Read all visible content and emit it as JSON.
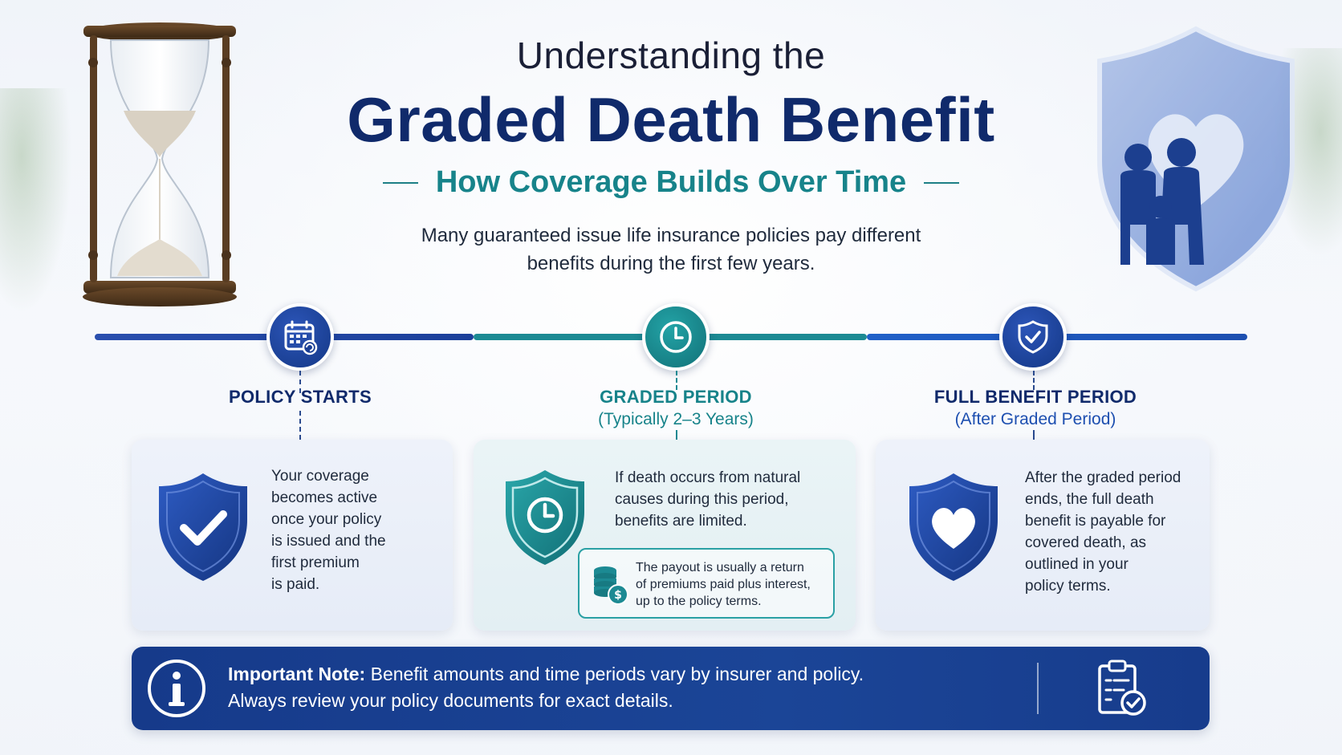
{
  "header": {
    "title_top": "Understanding the",
    "title_main": "Graded Death Benefit",
    "subtitle": "How Coverage Builds Over Time",
    "intro_line1": "Many guaranteed issue life insurance policies pay different",
    "intro_line2": "benefits during the first few years."
  },
  "phases": [
    {
      "title": "POLICY STARTS",
      "subtitle": "",
      "icon": "calendar-icon",
      "card_icon": "shield-check-icon",
      "lines": [
        "Your coverage",
        "becomes active",
        "once your policy",
        "is issued and the",
        "first premium",
        "is paid."
      ]
    },
    {
      "title": "GRADED PERIOD",
      "subtitle": "(Typically 2–3 Years)",
      "icon": "clock-icon",
      "card_icon": "shield-clock-icon",
      "lines": [
        "If death occurs from natural",
        "causes during this period,",
        "benefits are limited."
      ],
      "payout_icon": "coins-icon",
      "payout_lines": [
        "The payout is usually a return",
        "of premiums paid plus interest,",
        "up to the policy terms."
      ]
    },
    {
      "title": "FULL BENEFIT PERIOD",
      "subtitle": "(After Graded Period)",
      "icon": "shield-check-icon",
      "card_icon": "shield-heart-icon",
      "lines": [
        "After the graded period",
        "ends, the full death",
        "benefit is payable for",
        "covered death, as",
        "outlined in your",
        "policy terms."
      ]
    }
  ],
  "note": {
    "label": "Important Note:",
    "line1_rest": " Benefit amounts and time periods vary by insurer and policy.",
    "line2": "Always review your policy documents for exact details.",
    "icon_left": "info-icon",
    "icon_right": "clipboard-check-icon"
  },
  "colors": {
    "navy": "#102a6b",
    "teal": "#17838a",
    "blue": "#1b4597"
  }
}
